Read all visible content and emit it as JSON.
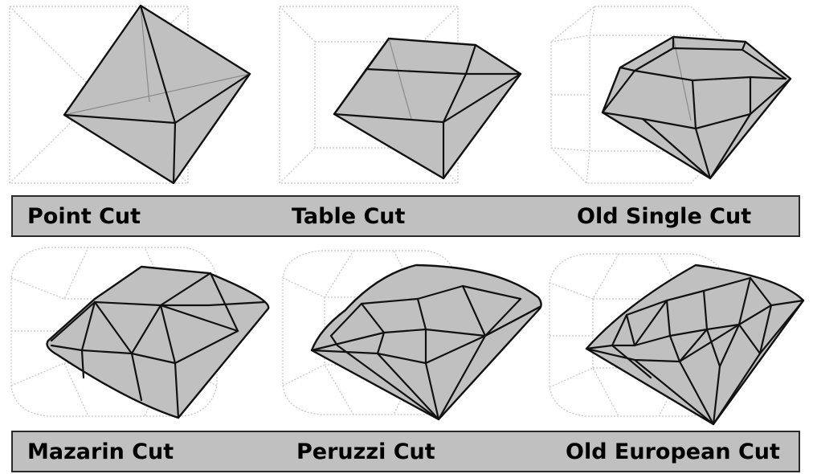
{
  "rows": [
    {
      "labels": [
        "Point Cut",
        "Table Cut",
        "Old Single Cut"
      ]
    },
    {
      "labels": [
        "Mazarin Cut",
        "Peruzzi Cut",
        "Old European Cut"
      ]
    }
  ],
  "style": {
    "gem_fill": "#c0c0c0",
    "outline_stroke": "#111111",
    "ghost_stroke": "#c8c8c8",
    "bar_fill": "#c0c0c0"
  }
}
